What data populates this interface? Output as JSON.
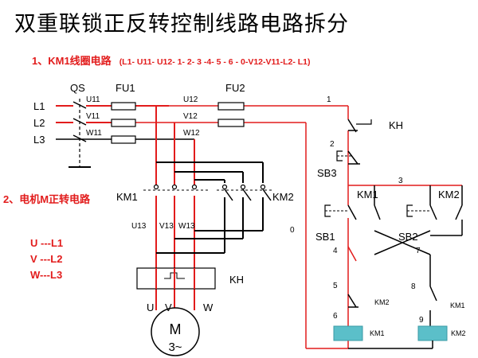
{
  "title": "双重联锁正反转控制线路电路拆分",
  "section1": {
    "label": "1、KM1线圈电路",
    "sequence": "(L1- U11- U12- 1- 2- 3 -4- 5 - 6 - 0-V12-V11-L2- L1)"
  },
  "section2": {
    "label": "2、电机M正转电路"
  },
  "phase_map": [
    "U ---L1",
    "V ---L2",
    "W---L3"
  ],
  "labels": {
    "qs": "QS",
    "fu1": "FU1",
    "fu2": "FU2",
    "l1": "L1",
    "l2": "L2",
    "l3": "L3",
    "u11": "U11",
    "v11": "V11",
    "w11": "W11",
    "u12": "U12",
    "v12": "V12",
    "w12": "W12",
    "km1_main": "KM1",
    "km2_main": "KM2",
    "u13": "U13",
    "v13": "V13",
    "w13": "W13",
    "kh_main": "KH",
    "u": "U",
    "v": "V",
    "w": "W",
    "motor_m": "M",
    "motor_3": "3~",
    "n1": "1",
    "n2": "2",
    "n3": "3",
    "n4": "4",
    "n5": "5",
    "n6": "6",
    "n7": "7",
    "n8": "8",
    "n9": "9",
    "n0": "0",
    "kh_ctrl": "KH",
    "sb3": "SB3",
    "sb1": "SB1",
    "sb2": "SB2",
    "km1_aux": "KM1",
    "km2_aux": "KM2",
    "km2_int": "KM2",
    "km1_int": "KM1",
    "km1_coil": "KM1",
    "km2_coil": "KM2"
  },
  "colors": {
    "energized": "#e21c1c",
    "wire": "#000000",
    "coil": "#5bbfc9"
  }
}
